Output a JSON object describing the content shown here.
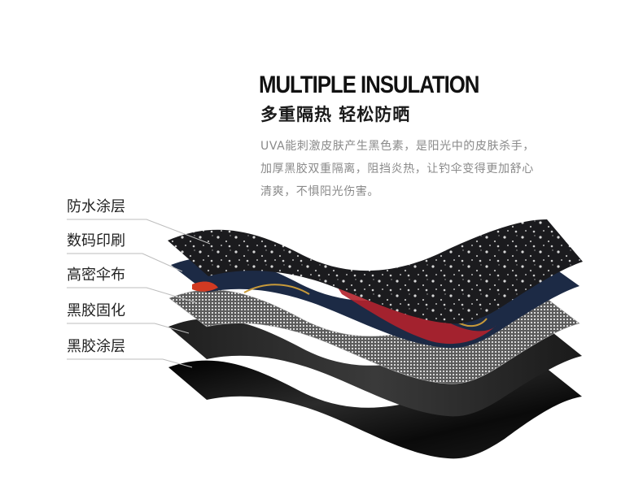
{
  "heading": {
    "title": "MULTIPLE INSULATION",
    "subtitle": "多重隔热 轻松防晒"
  },
  "description": {
    "lines": [
      "UVA能刺激皮肤产生黑色素，是阳光中的皮肤杀手，",
      "加厚黑胶双重隔离，阻挡炎热，让钓伞变得更加舒心",
      "清爽，不惧阳光伤害。"
    ]
  },
  "layers": [
    {
      "label": "防水涂层"
    },
    {
      "label": "数码印刷"
    },
    {
      "label": "高密伞布"
    },
    {
      "label": "黑胶固化"
    },
    {
      "label": "黑胶涂层"
    }
  ],
  "colors": {
    "waterproof": "#1b1b1e",
    "print_navy": "#1c2a45",
    "print_red": "#b3212b",
    "mesh_fabric": "#6b6b6b",
    "black_cure": "#2a2a2a",
    "black_coat": "#0c0c0c"
  }
}
